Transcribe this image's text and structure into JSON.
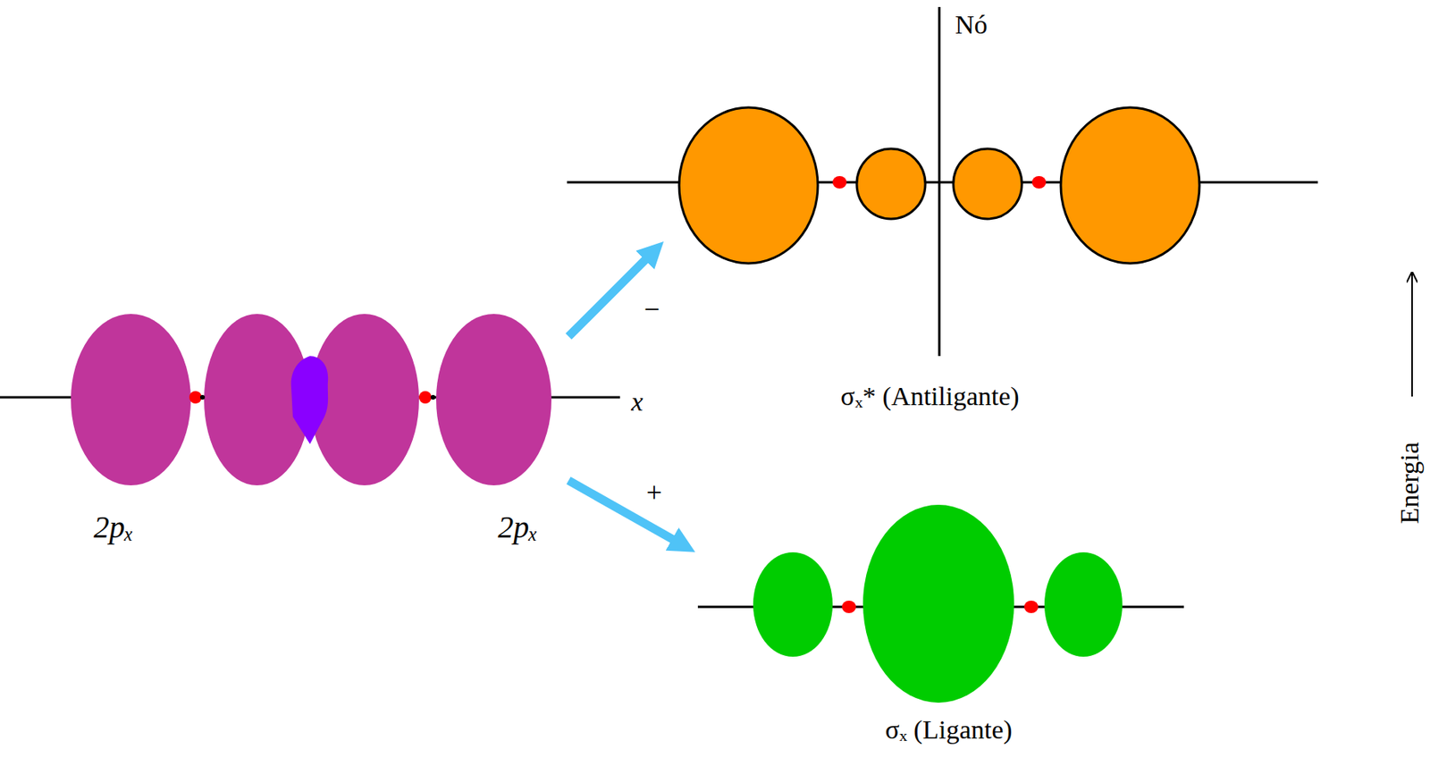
{
  "diagram": {
    "nodes": [
      {
        "text": [
          "2pₓ",
          "2pₓ"
        ]
      },
      {
        "text": [
          "σₓ* (Antiligante)"
        ]
      },
      {
        "text": [
          "σₓ (Ligante)"
        ]
      }
    ],
    "edges": [
      {
        "from": 0,
        "to": 1,
        "arrow": "to",
        "label": "−"
      },
      {
        "from": 0,
        "to": 2,
        "arrow": "to",
        "label": "+"
      }
    ],
    "labels": [
      "x",
      "Nó",
      "Energia"
    ]
  }
}
